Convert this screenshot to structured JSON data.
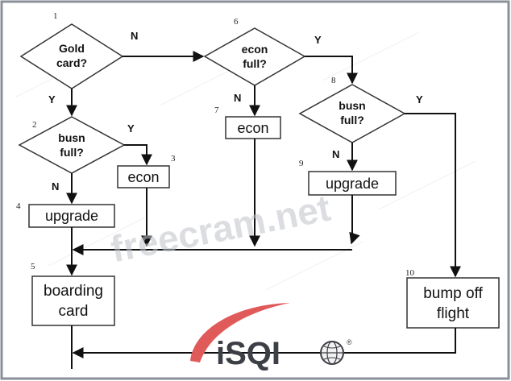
{
  "nodes": {
    "n1": {
      "number": "1",
      "line1": "Gold",
      "line2": "card?"
    },
    "n2": {
      "number": "2",
      "line1": "busn",
      "line2": "full?"
    },
    "n3": {
      "number": "3",
      "label": "econ"
    },
    "n4": {
      "number": "4",
      "label": "upgrade"
    },
    "n5": {
      "number": "5",
      "line1": "boarding",
      "line2": "card"
    },
    "n6": {
      "number": "6",
      "line1": "econ",
      "line2": "full?"
    },
    "n7": {
      "number": "7",
      "label": "econ"
    },
    "n8": {
      "number": "8",
      "line1": "busn",
      "line2": "full?"
    },
    "n9": {
      "number": "9",
      "label": "upgrade"
    },
    "n10": {
      "number": "10",
      "line1": "bump off",
      "line2": "flight"
    }
  },
  "edge_labels": {
    "n1_no": "N",
    "n1_yes": "Y",
    "n2_yes": "Y",
    "n2_no": "N",
    "n6_yes": "Y",
    "n6_no": "N",
    "n8_yes": "Y",
    "n8_no": "N"
  },
  "watermark": {
    "text": "freecram.net"
  },
  "logo": {
    "text": "iSQI",
    "registered": "®"
  },
  "colors": {
    "line": "#111111",
    "frame": "#8a9099",
    "logo_arc": "#e05a5a"
  }
}
